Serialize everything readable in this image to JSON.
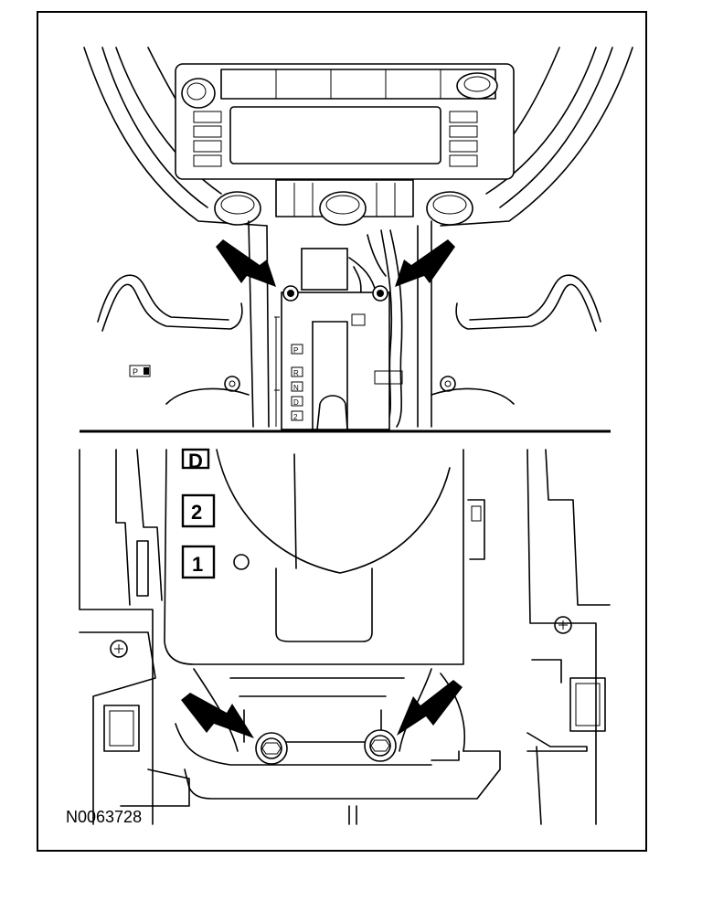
{
  "figure": {
    "id_label": "N0063728",
    "gear_labels": {
      "d": "D",
      "two": "2",
      "one": "1"
    },
    "top_view_gear_labels": [
      "P",
      "R",
      "N",
      "D",
      "2"
    ],
    "small_indicator_label": "P"
  }
}
